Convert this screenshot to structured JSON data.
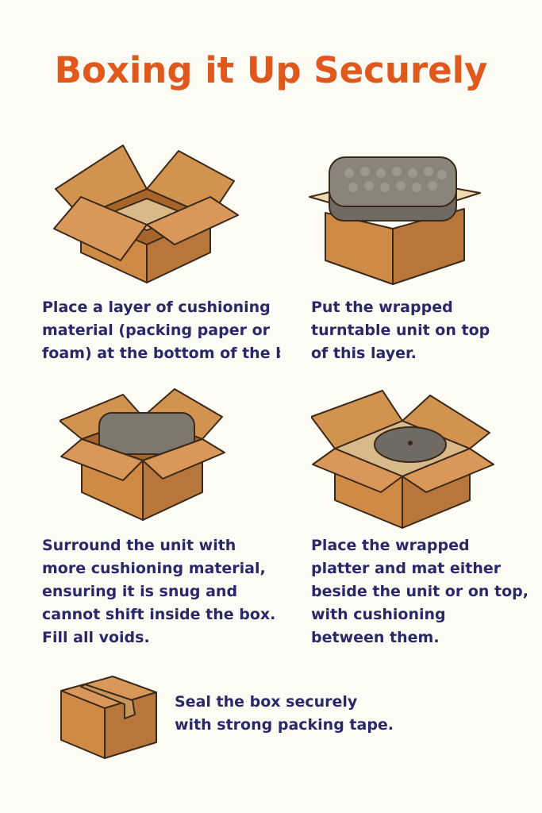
{
  "title": "Boxing it Up Securely",
  "colors": {
    "title": "#e1581d",
    "text": "#2a2868",
    "box": "#cf8b45",
    "box_dark": "#a8652a",
    "cushion": "#d9b98a",
    "foam": "#7d776d"
  },
  "steps": [
    {
      "icon": "open-box-cushion-icon",
      "lines": [
        "Place a layer of cushioning",
        "material (packing paper or",
        "foam) at the bottom of the b"
      ]
    },
    {
      "icon": "box-with-unit-icon",
      "lines": [
        "Put the wrapped",
        "turntable unit on top",
        "of this layer."
      ]
    },
    {
      "icon": "open-box-with-unit-icon",
      "lines": [
        "Surround the unit with",
        "more cushioning material,",
        "ensuring it is snug and",
        "cannot shift inside the box.",
        "Fill all voids."
      ]
    },
    {
      "icon": "open-box-with-platter-icon",
      "lines": [
        "Place the wrapped",
        "platter and mat either",
        "beside the unit or on top,",
        "with cushioning",
        "between them."
      ]
    },
    {
      "icon": "sealed-box-icon",
      "lines": [
        "Seal the box securely",
        "with strong packing tape."
      ]
    }
  ]
}
